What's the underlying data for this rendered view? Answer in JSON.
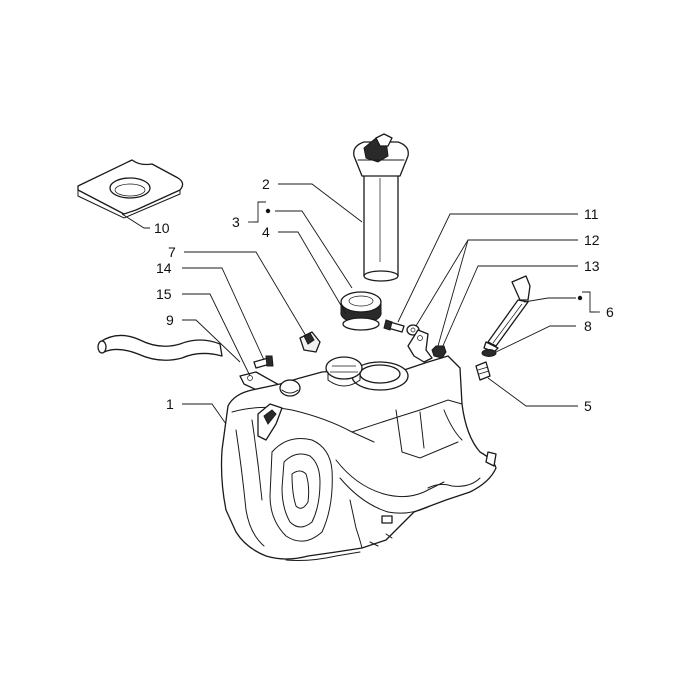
{
  "labels": {
    "p1": "1",
    "p2": "2",
    "p3": "3",
    "p4": "4",
    "p5": "5",
    "p6": "6",
    "p7": "7",
    "p8": "8",
    "p9": "9",
    "p10": "10",
    "p11": "11",
    "p12": "12",
    "p13": "13",
    "p14": "14",
    "p15": "15"
  }
}
